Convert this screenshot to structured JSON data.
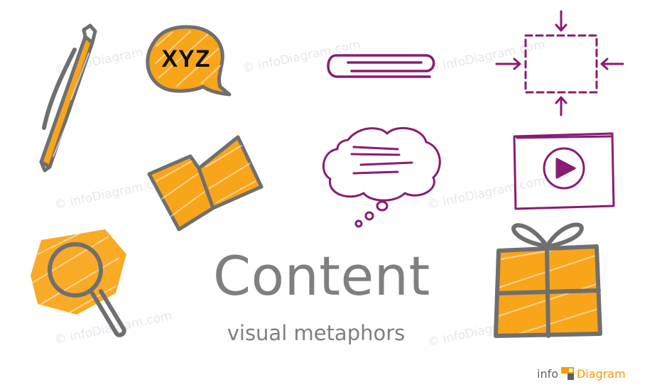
{
  "speech_bubble": {
    "text": "XYZ"
  },
  "title": "Content",
  "subtitle": "visual metaphors",
  "brand": {
    "part1": "info",
    "part2": "Diagram"
  },
  "watermark": "© infoDiagram.com",
  "colors": {
    "orange": "#f9a51a",
    "gray": "#6f6f6f",
    "purple": "#8a1b72",
    "text": "#7f7f7f",
    "watermark": "#e3e8ee"
  },
  "icons": [
    "pen-icon",
    "speech-bubble-icon",
    "paperclip-icon",
    "resize-frame-icon",
    "open-book-icon",
    "thought-cloud-icon",
    "video-play-icon",
    "magnifier-icon",
    "gift-box-icon"
  ]
}
